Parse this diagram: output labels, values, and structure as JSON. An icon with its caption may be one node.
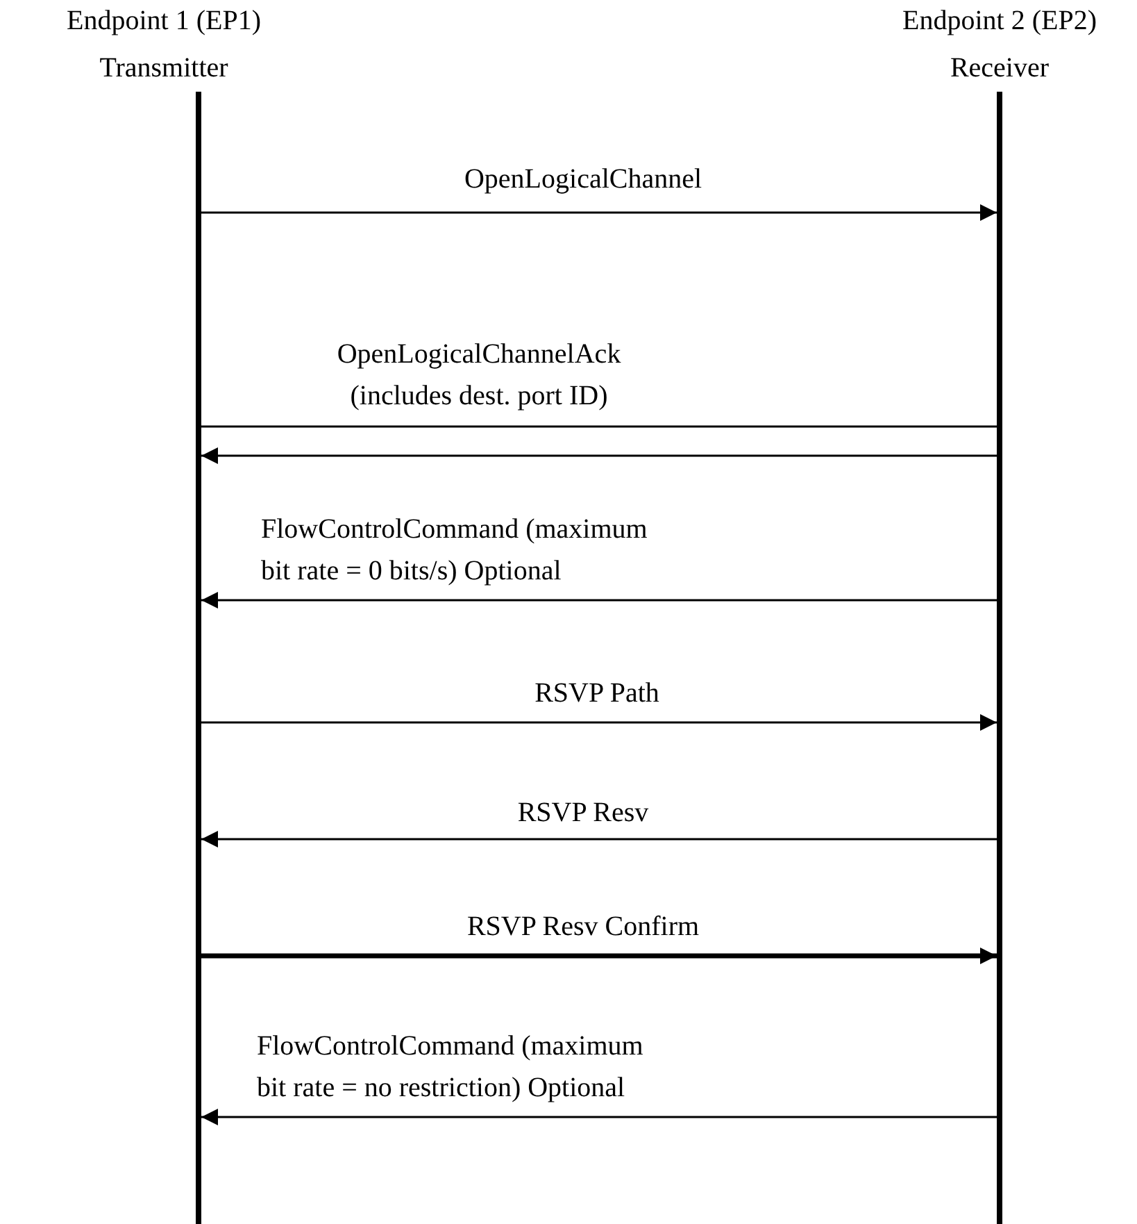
{
  "diagram": {
    "nodes": [
      {
        "text": [
          "Endpoint 1 (EP1)",
          "Transmitter"
        ]
      },
      {
        "text": [
          "Endpoint 2 (EP2)",
          "Receiver"
        ]
      }
    ],
    "edges": [
      {
        "from": 0,
        "to": 1,
        "arrow": "to",
        "label": "OpenLogicalChannel"
      },
      {
        "from": 1,
        "to": 0,
        "arrow": "none",
        "label": "OpenLogicalChannelAck (includes dest. port ID)"
      },
      {
        "from": 1,
        "to": 0,
        "arrow": "to"
      },
      {
        "from": 1,
        "to": 0,
        "arrow": "to",
        "label": "FlowControlCommand (maximum bit rate = 0 bits/s) Optional"
      },
      {
        "from": 0,
        "to": 1,
        "arrow": "to",
        "label": "RSVP Path"
      },
      {
        "from": 1,
        "to": 0,
        "arrow": "to",
        "label": "RSVP Resv"
      },
      {
        "from": 0,
        "to": 1,
        "arrow": "to",
        "label": "RSVP Resv Confirm",
        "style": "thick"
      },
      {
        "from": 1,
        "to": 0,
        "arrow": "to",
        "label": "FlowControlCommand (maximum bit rate = no restriction) Optional"
      }
    ]
  }
}
